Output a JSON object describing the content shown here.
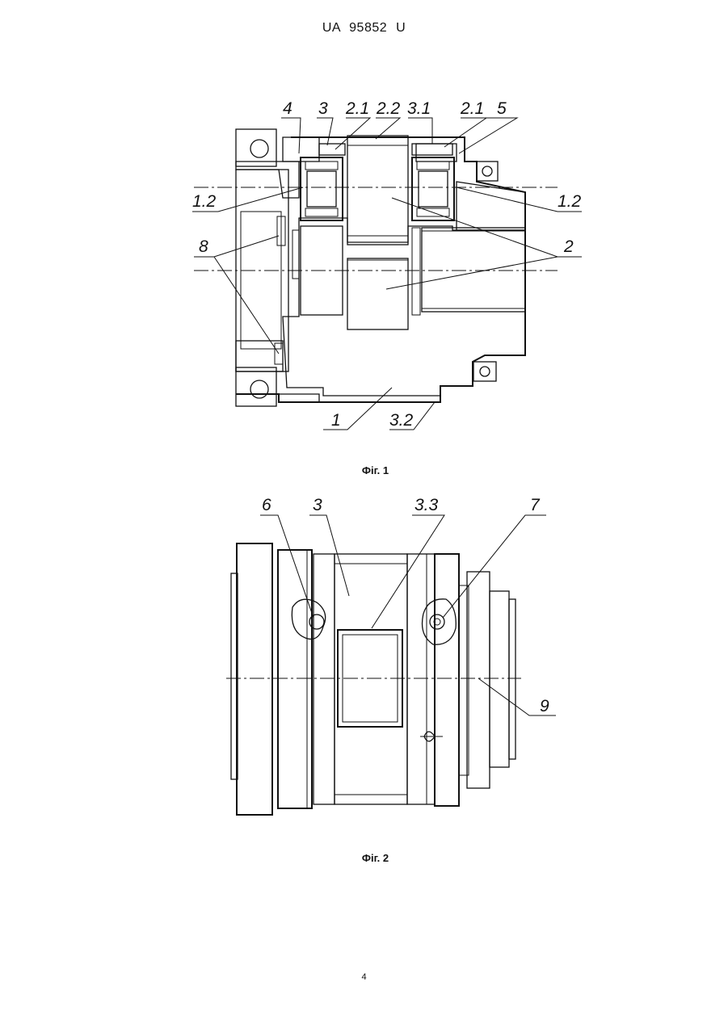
{
  "header": {
    "patent_id": "UA   95852   U"
  },
  "figure1": {
    "caption": "Фіг. 1",
    "labels": {
      "l4": "4",
      "l3": "3",
      "l21a": "2.1",
      "l22": "2.2",
      "l31": "3.1",
      "l21b": "2.1",
      "l5": "5",
      "l12a": "1.2",
      "l12b": "1.2",
      "l8": "8",
      "l2": "2",
      "l1": "1",
      "l32": "3.2"
    }
  },
  "figure2": {
    "caption": "Фіг. 2",
    "labels": {
      "l6": "6",
      "l3": "3",
      "l33": "3.3",
      "l7": "7",
      "l9": "9"
    }
  },
  "footer": {
    "page_number": "4"
  }
}
